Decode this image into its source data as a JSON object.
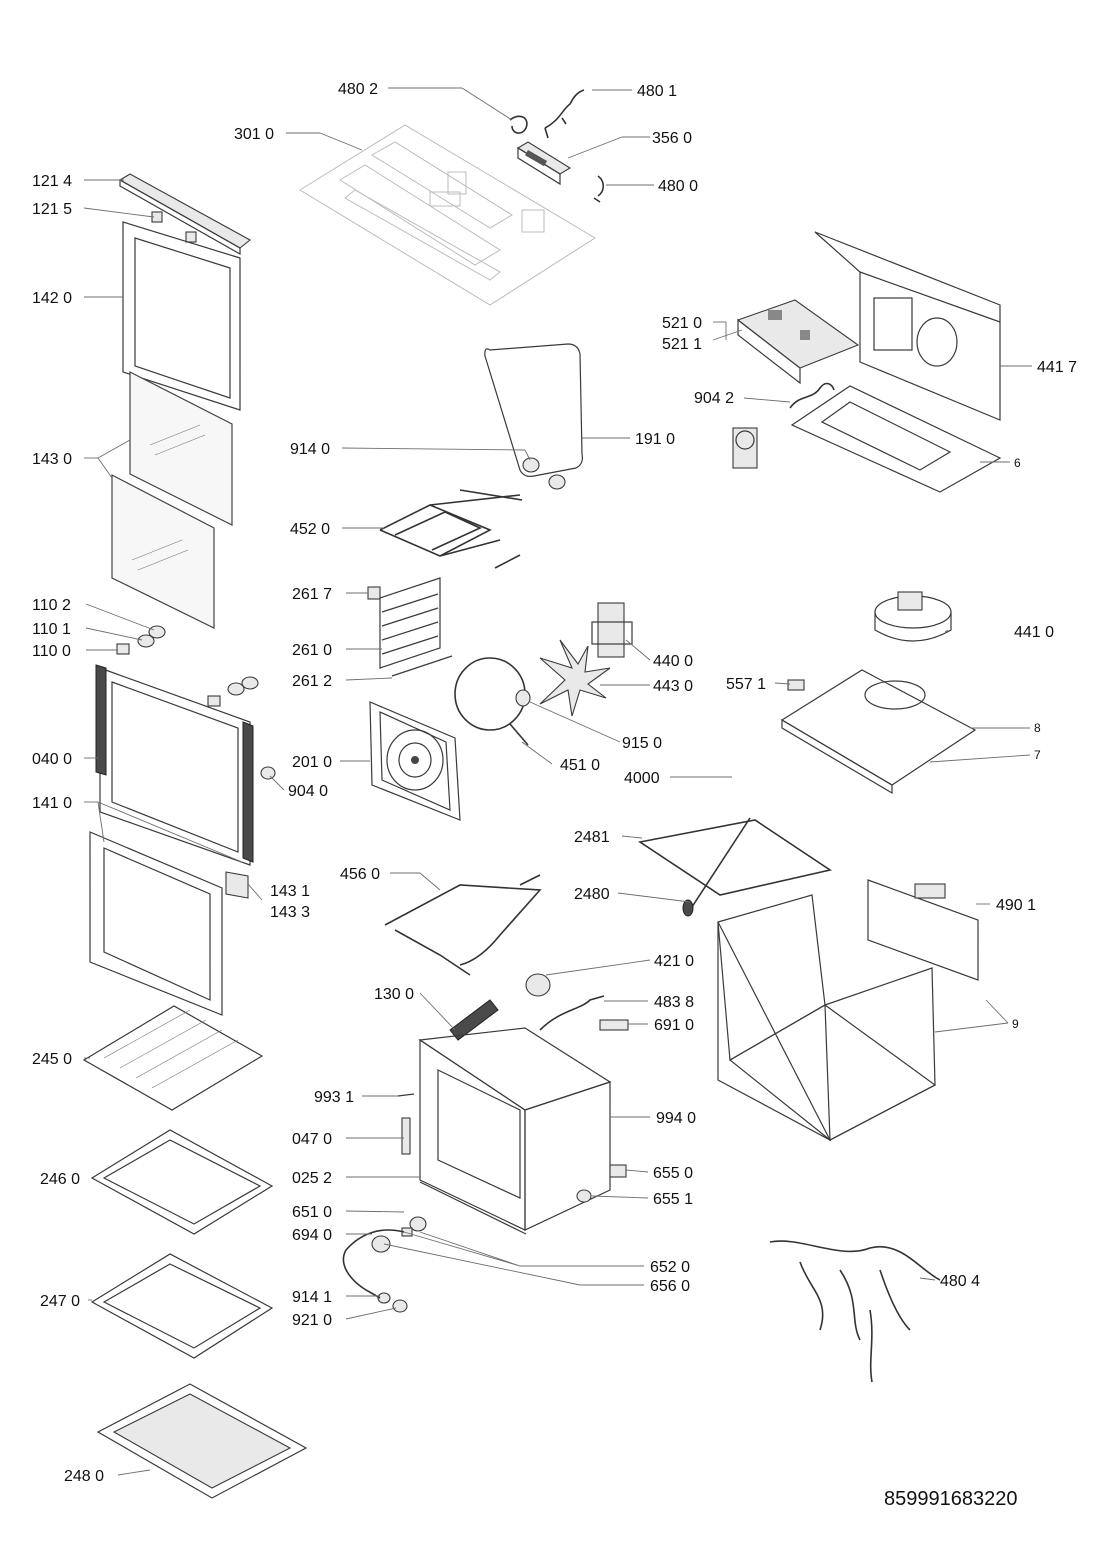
{
  "document_number": "859991683220",
  "callouts": [
    {
      "id": "c4802",
      "text": "480 2"
    },
    {
      "id": "c4801",
      "text": "480 1"
    },
    {
      "id": "c3010",
      "text": "301 0"
    },
    {
      "id": "c3560",
      "text": "356 0"
    },
    {
      "id": "c4800",
      "text": "480 0"
    },
    {
      "id": "c1214",
      "text": "121 4"
    },
    {
      "id": "c1215",
      "text": "121 5"
    },
    {
      "id": "c1420",
      "text": "142 0"
    },
    {
      "id": "c5210",
      "text": "521 0"
    },
    {
      "id": "c5211",
      "text": "521 1"
    },
    {
      "id": "c4417",
      "text": "441 7"
    },
    {
      "id": "c9042",
      "text": "904 2"
    },
    {
      "id": "c1430",
      "text": "143 0"
    },
    {
      "id": "c9140",
      "text": "914 0"
    },
    {
      "id": "c1910",
      "text": "191 0"
    },
    {
      "id": "c6",
      "text": "6"
    },
    {
      "id": "c4520",
      "text": "452 0"
    },
    {
      "id": "c2617",
      "text": "261 7"
    },
    {
      "id": "c1102",
      "text": "110 2"
    },
    {
      "id": "c1101",
      "text": "110 1"
    },
    {
      "id": "c4410",
      "text": "441 0"
    },
    {
      "id": "c2610",
      "text": "261 0"
    },
    {
      "id": "c1100",
      "text": "110 0"
    },
    {
      "id": "c4400",
      "text": "440 0"
    },
    {
      "id": "c5571",
      "text": "557 1"
    },
    {
      "id": "c2612",
      "text": "261 2"
    },
    {
      "id": "c4430",
      "text": "443 0"
    },
    {
      "id": "c8",
      "text": "8"
    },
    {
      "id": "c9150",
      "text": "915 0"
    },
    {
      "id": "c7",
      "text": "7"
    },
    {
      "id": "c0400",
      "text": "040 0"
    },
    {
      "id": "c2010",
      "text": "201 0"
    },
    {
      "id": "c4510",
      "text": "451 0"
    },
    {
      "id": "c4000",
      "text": "4000"
    },
    {
      "id": "c9040",
      "text": "904 0"
    },
    {
      "id": "c1410",
      "text": "141 0"
    },
    {
      "id": "c2481",
      "text": "2481"
    },
    {
      "id": "c4560",
      "text": "456 0"
    },
    {
      "id": "c1431",
      "text": "143 1"
    },
    {
      "id": "c2480",
      "text": "2480"
    },
    {
      "id": "c1433",
      "text": "143 3"
    },
    {
      "id": "c4901",
      "text": "490 1"
    },
    {
      "id": "c4210",
      "text": "421 0"
    },
    {
      "id": "c1300",
      "text": "130 0"
    },
    {
      "id": "c4838",
      "text": "483 8"
    },
    {
      "id": "c6910",
      "text": "691 0"
    },
    {
      "id": "c9",
      "text": "9"
    },
    {
      "id": "c2450",
      "text": "245 0"
    },
    {
      "id": "c9931",
      "text": "993 1"
    },
    {
      "id": "c9940",
      "text": "994 0"
    },
    {
      "id": "c0470",
      "text": "047 0"
    },
    {
      "id": "c2460",
      "text": "246 0"
    },
    {
      "id": "c0252",
      "text": "025 2"
    },
    {
      "id": "c6550",
      "text": "655 0"
    },
    {
      "id": "c6551",
      "text": "655 1"
    },
    {
      "id": "c6510",
      "text": "651 0"
    },
    {
      "id": "c6940",
      "text": "694 0"
    },
    {
      "id": "c6520",
      "text": "652 0"
    },
    {
      "id": "c4804",
      "text": "480 4"
    },
    {
      "id": "c6560",
      "text": "656 0"
    },
    {
      "id": "c2470",
      "text": "247 0"
    },
    {
      "id": "c9141",
      "text": "914 1"
    },
    {
      "id": "c9210",
      "text": "921 0"
    },
    {
      "id": "c2480b",
      "text": "248 0"
    }
  ]
}
